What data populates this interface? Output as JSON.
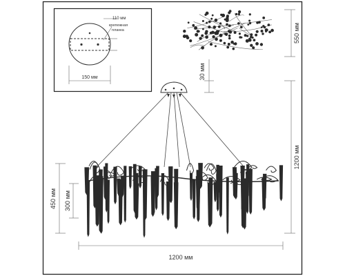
{
  "detail_view": {
    "dimension_110": "110 мм",
    "label_line1": "крепежная",
    "label_line2": "планка",
    "dimension_150": "150 мм"
  },
  "dimensions": {
    "top_view_height": "550 мм",
    "canopy_height": "30 мм",
    "total_height": "1200 мм",
    "body_height": "450 мм",
    "crystal_length": "300 мм",
    "width": "1200 мм"
  },
  "colors": {
    "frame": "#2b2b2b",
    "crystal": "#2a2a2a",
    "line": "#555555"
  }
}
